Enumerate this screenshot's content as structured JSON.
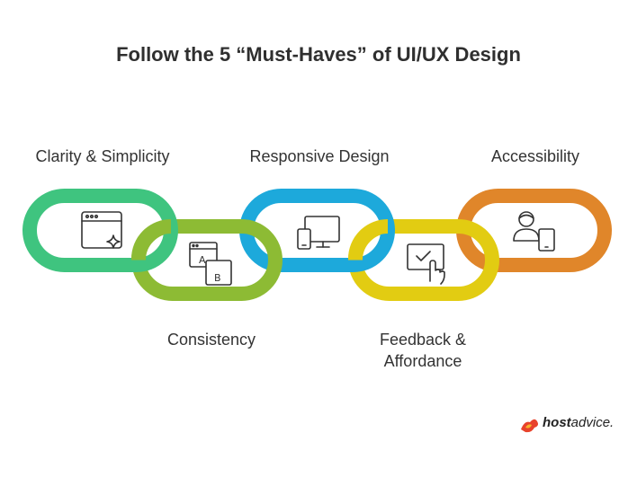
{
  "title": "Follow the 5 “Must-Haves” of UI/UX Design",
  "links": [
    {
      "label": "Clarity & Simplicity",
      "color": "#3fc47f",
      "icon": "browser-sparkle-icon"
    },
    {
      "label": "Consistency",
      "color": "#8dbb34",
      "icon": "ab-test-icon"
    },
    {
      "label": "Responsive Design",
      "color": "#1da9db",
      "icon": "devices-icon"
    },
    {
      "label": "Feedback & Affordance",
      "label_line1": "Feedback &",
      "label_line2": "Affordance",
      "color": "#e2cc12",
      "icon": "touch-check-icon"
    },
    {
      "label": "Accessibility",
      "color": "#e0862a",
      "icon": "person-tablet-icon"
    }
  ],
  "logo": {
    "brand_bold": "host",
    "brand_rest": "advice."
  }
}
